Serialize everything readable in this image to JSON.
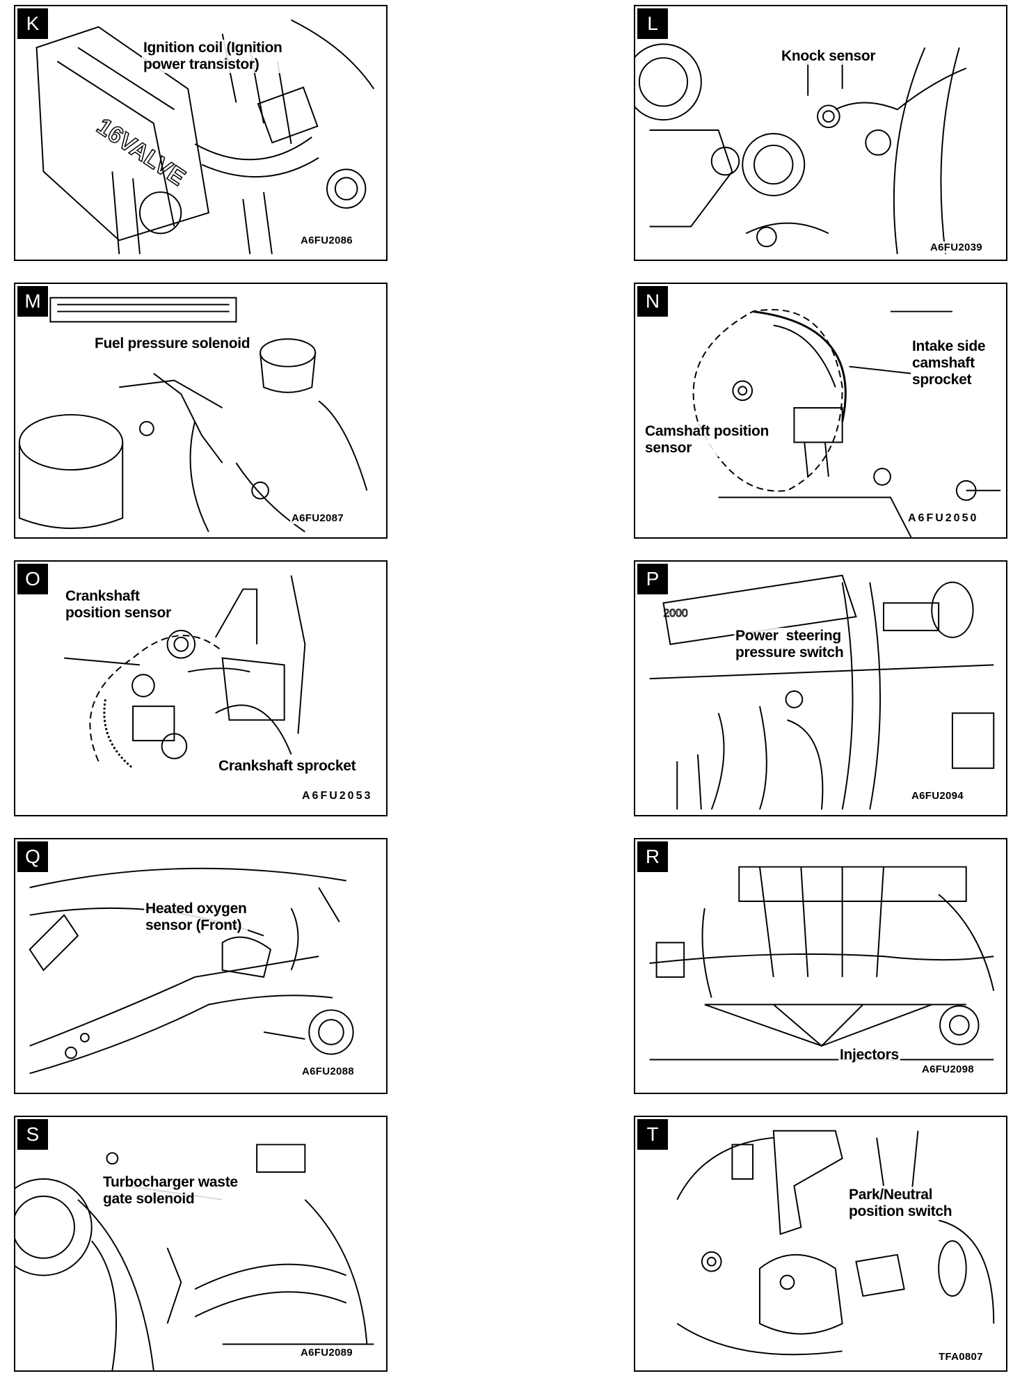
{
  "panels": {
    "K": {
      "letter": "K",
      "label": "Ignition coil (Ignition\npower transistor)",
      "code": "A6FU2086"
    },
    "L": {
      "letter": "L",
      "label": "Knock sensor",
      "code": "A6FU2039"
    },
    "M": {
      "letter": "M",
      "label": "Fuel pressure solenoid",
      "code": "A6FU2087"
    },
    "N": {
      "letter": "N",
      "label_1": "Intake side\ncamshaft\nsprocket",
      "label_2": "Camshaft position\nsensor",
      "code": "A6FU2050"
    },
    "O": {
      "letter": "O",
      "label_1": "Crankshaft\nposition sensor",
      "label_2": "Crankshaft sprocket",
      "code": "A6FU2053"
    },
    "P": {
      "letter": "P",
      "label": "Power  steering\npressure switch",
      "code": "A6FU2094"
    },
    "Q": {
      "letter": "Q",
      "label": "Heated oxygen\nsensor (Front)",
      "code": "A6FU2088"
    },
    "R": {
      "letter": "R",
      "label": "Injectors",
      "code": "A6FU2098"
    },
    "S": {
      "letter": "S",
      "label": "Turbocharger waste\ngate solenoid",
      "code": "A6FU2089"
    },
    "T": {
      "letter": "T",
      "label": "Park/Neutral\nposition switch",
      "code": "TFA0807"
    }
  }
}
